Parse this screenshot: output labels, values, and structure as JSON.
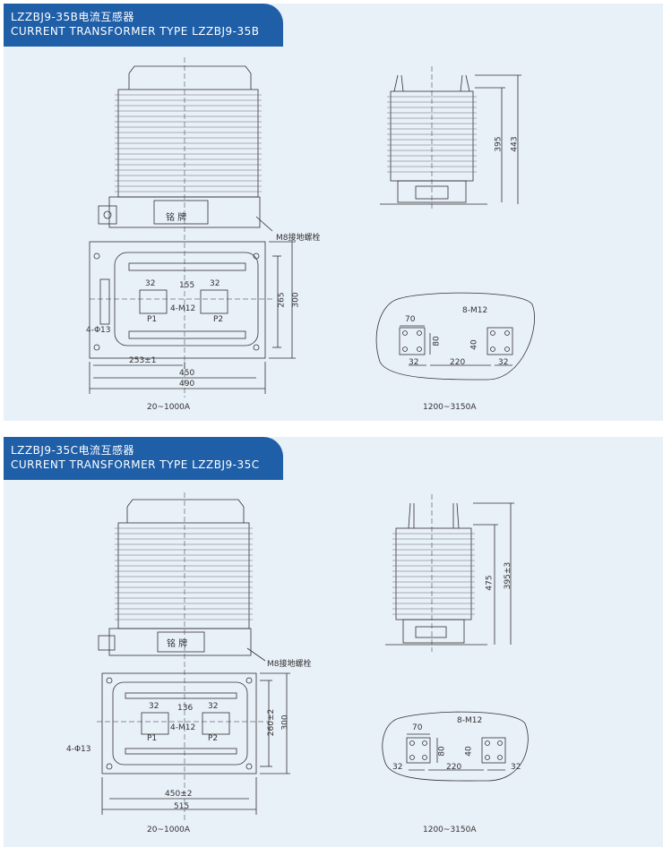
{
  "section_b": {
    "title_cn": "LZZBJ9-35B电流互感器",
    "title_en": "CURRENT TRANSFORMER TYPE LZZBJ9-35B",
    "nameplate": "铭   牌",
    "ground_bolt": "M8接地螺栓",
    "dim_32a": "32",
    "dim_155": "155",
    "dim_32b": "32",
    "dim_4m12": "4-M12",
    "p1": "P1",
    "p2": "P2",
    "dim_4phi13": "4-Φ13",
    "dim_253": "253±1",
    "dim_450": "450",
    "dim_490": "490",
    "dim_265": "265",
    "dim_300": "300",
    "dim_395": "395",
    "dim_443": "443",
    "detail_70": "70",
    "detail_8m12": "8-M12",
    "detail_80": "80",
    "detail_40": "40",
    "detail_32a": "32",
    "detail_220": "220",
    "detail_32b": "32",
    "caption_left": "20~1000A",
    "caption_right": "1200~3150A"
  },
  "section_c": {
    "title_cn": "LZZBJ9-35C电流互感器",
    "title_en": "CURRENT TRANSFORMER TYPE LZZBJ9-35C",
    "nameplate": "铭   牌",
    "ground_bolt": "M8接地螺栓",
    "dim_32a": "32",
    "dim_136": "136",
    "dim_32b": "32",
    "dim_4m12": "4-M12",
    "p1": "P1",
    "p2": "P2",
    "dim_4phi13": "4-Φ13",
    "dim_450": "450±2",
    "dim_515": "515",
    "dim_260": "260±2",
    "dim_300": "300",
    "dim_475": "475",
    "dim_395": "395±3",
    "detail_70": "70",
    "detail_8m12": "8-M12",
    "detail_80": "80",
    "detail_40": "40",
    "detail_32a": "32",
    "detail_220": "220",
    "detail_32b": "32",
    "caption_left": "20~1000A",
    "caption_right": "1200~3150A"
  }
}
